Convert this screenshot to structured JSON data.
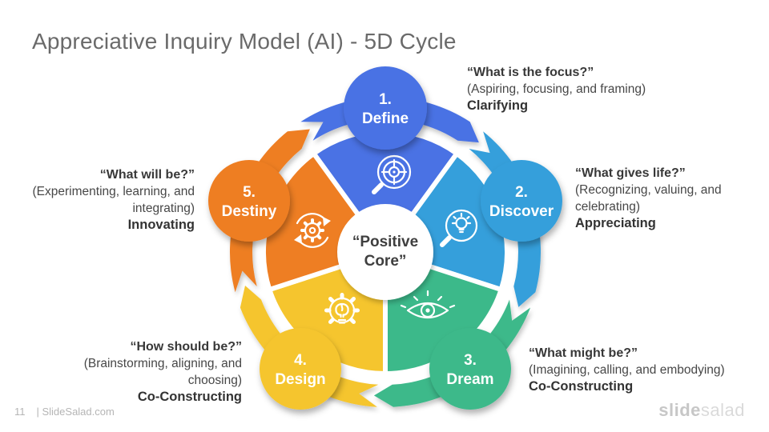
{
  "slide": {
    "title": "Appreciative Inquiry Model (AI) - 5D Cycle",
    "page_number": "11",
    "footer_text": "| SlideSalad.com",
    "brand": {
      "bold_part": "slide",
      "light_part": "salad"
    }
  },
  "center": {
    "line1": "“Positive",
    "line2": "Core”"
  },
  "stages": [
    {
      "number": "1.",
      "name": "Define",
      "color": "#4a72e4",
      "icon": "target-magnifier-icon"
    },
    {
      "number": "2.",
      "name": "Discover",
      "color": "#359fdb",
      "icon": "bulb-magnifier-icon"
    },
    {
      "number": "3.",
      "name": "Dream",
      "color": "#3cb98a",
      "icon": "eye-icon"
    },
    {
      "number": "4.",
      "name": "Design",
      "color": "#f5c52e",
      "icon": "gear-brain-icon"
    },
    {
      "number": "5.",
      "name": "Destiny",
      "color": "#ee7e23",
      "icon": "gear-refresh-icon"
    }
  ],
  "annotations": [
    {
      "question": "“What is the focus?”",
      "detail": "(Aspiring, focusing, and framing)",
      "keyword": "Clarifying"
    },
    {
      "question": "“What gives life?”",
      "detail": "(Recognizing, valuing, and celebrating)",
      "keyword": "Appreciating"
    },
    {
      "question": "“What might be?”",
      "detail": "(Imagining, calling, and embodying)",
      "keyword": "Co-Constructing"
    },
    {
      "question": "“How should be?”",
      "detail": "(Brainstorming, aligning, and choosing)",
      "keyword": "Co-Constructing"
    },
    {
      "question": "“What will be?”",
      "detail": "(Experimenting, learning, and integrating)",
      "keyword": "Innovating"
    }
  ]
}
